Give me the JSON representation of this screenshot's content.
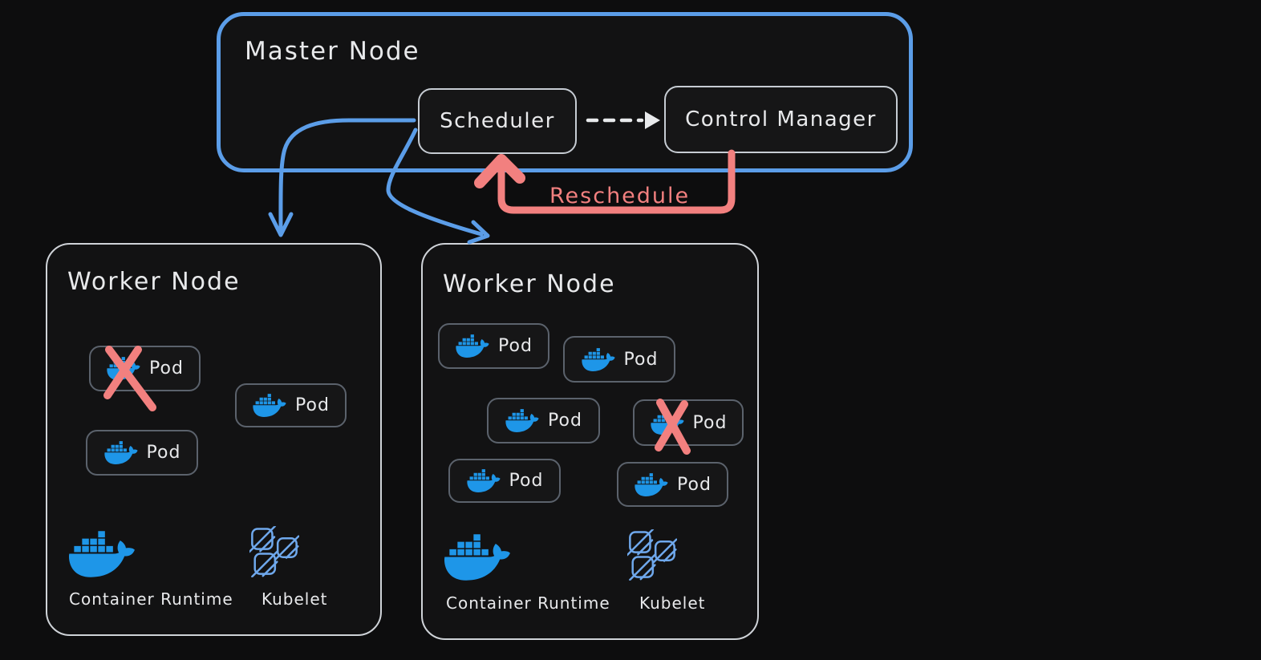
{
  "colors": {
    "blue": "#5b9de8",
    "salmon": "#f2807f",
    "docker": "#1e96e8",
    "kubelet": "#6fa8ec",
    "node_border": "#cfd3d8",
    "box_border": "#c6ccd3",
    "pod_border": "#5b626c",
    "dashed": "#e8eaec",
    "text": "#e8e9eb"
  },
  "master": {
    "title": "Master Node",
    "scheduler_label": "Scheduler",
    "control_manager_label": "Control Manager"
  },
  "reschedule": {
    "label": "Reschedule"
  },
  "workers": [
    {
      "title": "Worker Node",
      "pods": [
        {
          "label": "Pod",
          "failed": true
        },
        {
          "label": "Pod",
          "failed": false
        },
        {
          "label": "Pod",
          "failed": false
        }
      ],
      "container_runtime_label": "Container Runtime",
      "kubelet_label": "Kubelet"
    },
    {
      "title": "Worker Node",
      "pods": [
        {
          "label": "Pod",
          "failed": false
        },
        {
          "label": "Pod",
          "failed": false
        },
        {
          "label": "Pod",
          "failed": false
        },
        {
          "label": "Pod",
          "failed": true
        },
        {
          "label": "Pod",
          "failed": false
        },
        {
          "label": "Pod",
          "failed": false
        }
      ],
      "container_runtime_label": "Container Runtime",
      "kubelet_label": "Kubelet"
    }
  ]
}
